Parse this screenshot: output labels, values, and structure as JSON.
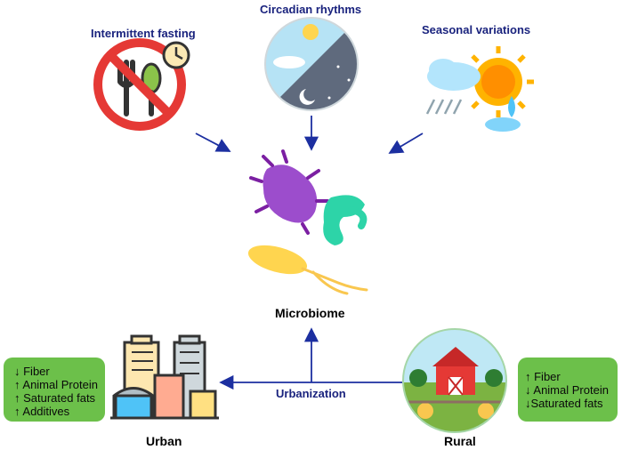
{
  "labels": {
    "intermittent_fasting": "Intermittent fasting",
    "circadian_rhythms": "Circadian rhythms",
    "seasonal_variations": "Seasonal variations",
    "microbiome": "Microbiome",
    "urbanization": "Urbanization",
    "urban": "Urban",
    "rural": "Rural"
  },
  "urban_box": [
    "↓ Fiber",
    "↑ Animal Protein",
    "↑ Saturated fats",
    "↑ Additives"
  ],
  "rural_box": [
    "↑ Fiber",
    "↓ Animal Protein",
    "↓Saturated fats"
  ],
  "colors": {
    "label_blue": "#1a237e",
    "arrow_blue": "#1c2fa0",
    "box_green": "#6cc04a"
  },
  "icons": [
    "no-food-clock-icon",
    "day-night-icon",
    "weather-icon",
    "bacteria-icon",
    "city-buildings-icon",
    "farm-barn-icon"
  ]
}
